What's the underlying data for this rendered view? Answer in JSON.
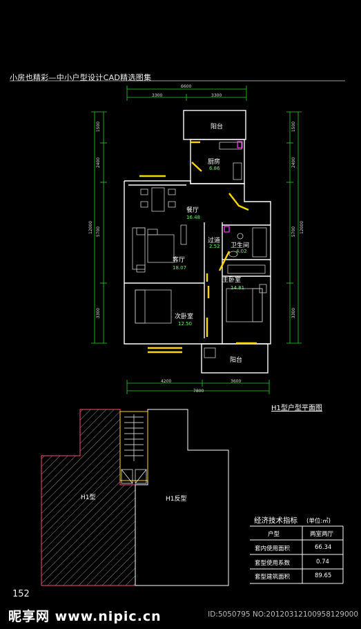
{
  "header": {
    "title": "小房也精彩—中小户型设计CAD精选图集"
  },
  "page_number": "152",
  "plan": {
    "title": "H1型户型平面图",
    "rooms": [
      {
        "id": "balcony_top",
        "name": "阳台",
        "area": ""
      },
      {
        "id": "kitchen",
        "name": "厨房",
        "area": "6.86"
      },
      {
        "id": "dining",
        "name": "餐厅",
        "area": "16.48"
      },
      {
        "id": "corridor",
        "name": "过道",
        "area": "2.52"
      },
      {
        "id": "bath",
        "name": "卫生间",
        "area": "4.02"
      },
      {
        "id": "living",
        "name": "客厅",
        "area": "18.07"
      },
      {
        "id": "master",
        "name": "主卧室",
        "area": "14.81"
      },
      {
        "id": "second",
        "name": "次卧室",
        "area": "12.50"
      },
      {
        "id": "balcony_bottom",
        "name": "阳台",
        "area": ""
      }
    ],
    "dims_top": {
      "total": "6600",
      "left": "3300",
      "right": "3300"
    },
    "dims_bottom": {
      "total": "7800",
      "left": "4200",
      "right": "3600"
    },
    "dims_left": {
      "a": "1500",
      "b": "2400",
      "c": "5700",
      "d": "3300",
      "total": "12000"
    },
    "dims_right": {
      "a": "1500",
      "b": "2400",
      "c": "5700",
      "d": "3300",
      "total": "12000"
    }
  },
  "site": {
    "left_label": "H1型",
    "right_label": "H1反型"
  },
  "table": {
    "title": "经济技术指标",
    "unit": "(单位:㎡)",
    "rows": [
      {
        "label": "户型",
        "value": "两室两厅"
      },
      {
        "label": "套内使用面积",
        "value": "66.34"
      },
      {
        "label": "套型使用系数",
        "value": "0.74"
      },
      {
        "label": "套型建筑面积",
        "value": "89.65"
      }
    ]
  },
  "footer": {
    "brand": "昵享网 www.nipic.cn",
    "id": "ID:5050795 NO:20120312100958129000"
  }
}
